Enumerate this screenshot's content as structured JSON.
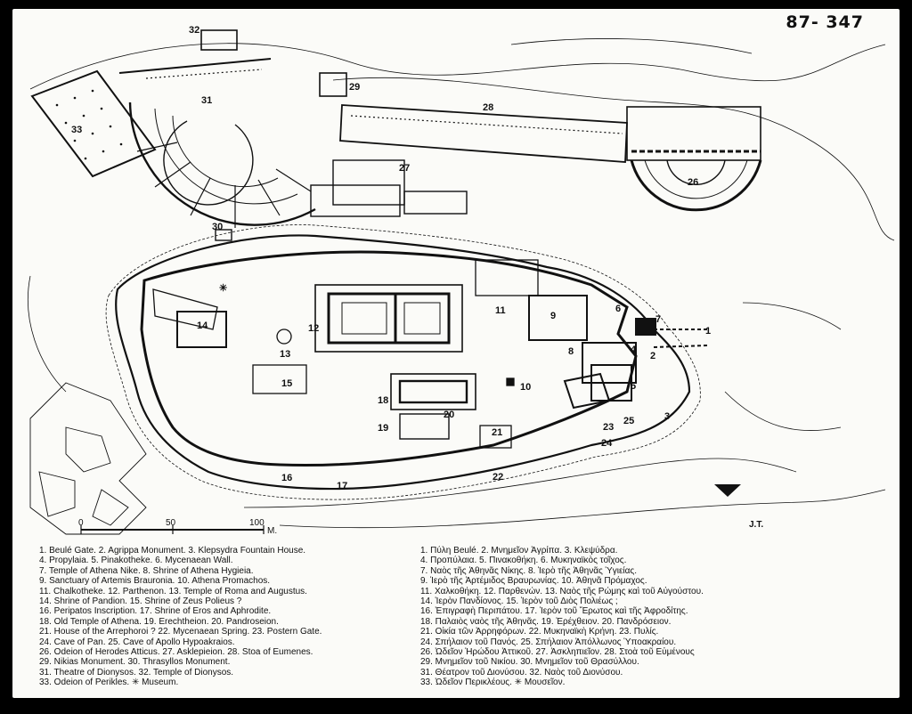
{
  "plate_id": "87- 347",
  "initials": "J.T.",
  "scale": {
    "labels": [
      "0",
      "50",
      "100"
    ],
    "unit": "M."
  },
  "map_numbers": [
    "1",
    "2",
    "3",
    "4",
    "5",
    "6",
    "7",
    "8",
    "9",
    "10",
    "11",
    "12",
    "13",
    "14",
    "15",
    "16",
    "17",
    "18",
    "19",
    "20",
    "21",
    "22",
    "23",
    "24",
    "25",
    "26",
    "27",
    "28",
    "29",
    "30",
    "31",
    "32",
    "33"
  ],
  "legend_en": [
    "1.  Beulé Gate.   2.  Agrippa Monument.   3.  Klepsydra Fountain House.",
    "4.  Propylaia.   5.  Pinakotheke.   6.  Mycenaean Wall.",
    "7.  Temple of Athena Nike.   8.  Shrine of Athena Hygieia.",
    "9.  Sanctuary of Artemis Brauronia.   10.  Athena Promachos.",
    "11.  Chalkotheke.   12.  Parthenon.   13.  Temple of Roma and Augustus.",
    "14.  Shrine of Pandion.   15.  Shrine of Zeus Polieus ?",
    "16.  Peripatos Inscription.   17.  Shrine of Eros and Aphrodite.",
    "18.  Old Temple of Athena.   19.  Erechtheion.   20.  Pandroseion.",
    "21.  House of the Arrephoroi ?   22.  Mycenaean Spring.   23.  Postern Gate.",
    "24.  Cave of Pan.   25.  Cave of Apollo Hypoakraios.",
    "26.  Odeion of Herodes Atticus.   27.  Asklepieion.   28.  Stoa of Eumenes.",
    "29.  Nikias Monument.   30.  Thrasyllos Monument.",
    "31.  Theatre of Dionysos.   32.  Temple of Dionysos.",
    "33.  Odeion of Perikles.   ✳  Museum."
  ],
  "legend_gr": [
    "1.  Πύλη Beulé.   2.  Μνημεῖον Ἀγρίπα.   3.  Κλεψύδρα.",
    "4.  Προπύλαια.   5.  Πινακοθήκη.   6.  Μυκηναϊκὸς τοῖχος.",
    "7.  Ναὸς τῆς Ἀθηνᾶς Νίκης.   8.  Ἱερὸ τῆς Ἀθηνᾶς Ὑγιείας.",
    "9.  Ἱερὸ τῆς Ἀρτέμιδος Βραυρωνίας.   10.  Ἀθηνᾶ Πρόμαχος.",
    "11.  Χαλκοθήκη.   12.  Παρθενών.   13.  Ναὸς τῆς Ρώμης καὶ τοῦ Αὐγούστου.",
    "14.  Ἱερὸν Πανδίονος.   15.  Ἱερὸν τοῦ Διὸς Πολιέως ;",
    "16.  Ἐπιγραφὴ Περιπάτου.   17.  Ἱερὸν τοῦ Ἔρωτος καὶ τῆς Ἀφροδίτης.",
    "18.  Παλαιὸς ναὸς τῆς Ἀθηνᾶς.   19.  Ἐρέχθειον.   20.  Πανδρόσειον.",
    "21.  Οἰκία τῶν Ἀρρηφόρων.   22.  Μυκηναϊκὴ Κρήνη.   23.  Πυλίς.",
    "24.  Σπήλαιον τοῦ Πανός.   25.  Σπήλαιον Ἀπόλλωνος Ὑποακραίου.",
    "26.  Ὠδεῖον Ἡρώδου Ἀττικοῦ.   27.  Ἀσκληπιεῖον.   28.  Στοὰ τοῦ Εὐμένους",
    "29.  Μνημεῖον τοῦ Νικίου.   30.  Μνημεῖον τοῦ Θρασύλλου.",
    "31.  Θέατρον τοῦ Διονύσου.   32.  Ναὸς τοῦ Διονύσου.",
    "33.  Ὠδεῖον Περικλέους.   ✳  Μουσεῖον."
  ]
}
